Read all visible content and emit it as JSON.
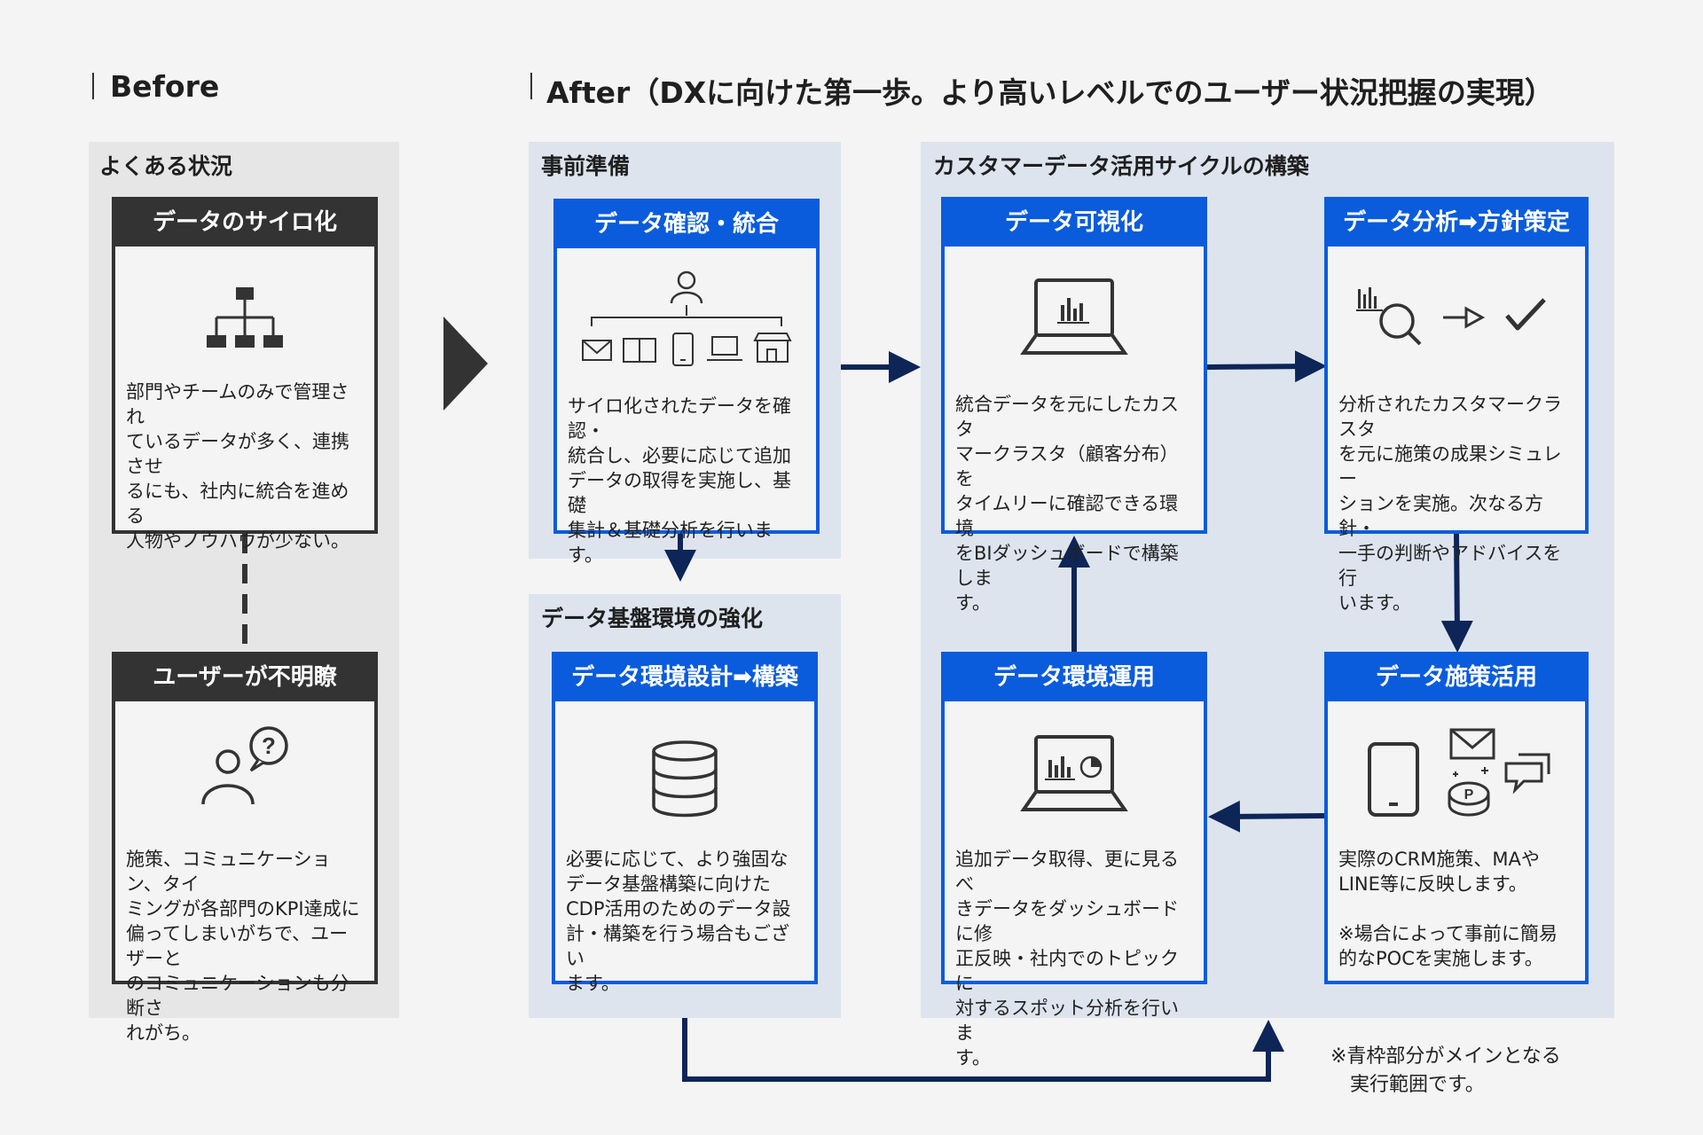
{
  "before": {
    "heading": "Before",
    "panel_title": "よくある状況",
    "card1": {
      "title": "データのサイロ化",
      "icon": "org-chart-icon",
      "text": "部門やチームのみで管理され\nているデータが多く、連携させ\nるにも、社内に統合を進める\n人物やノウハウが少ない。"
    },
    "card2": {
      "title": "ユーザーが不明瞭",
      "icon": "user-question-icon",
      "text": "施策、コミュニケーション、タイ\nミングが各部門のKPI達成に\n偏ってしまいがちで、ユーザーと\nのコミュニケーションも分断さ\nれがち。"
    }
  },
  "after": {
    "heading": "After（DXに向けた第一歩。より高いレベルでのユーザー状況把握の実現）",
    "prep": {
      "panel_title": "事前準備",
      "card": {
        "title": "データ確認・統合",
        "icon": "user-channels-icon",
        "text": "サイロ化されたデータを確認・\n統合し、必要に応じて追加\nデータの取得を実施し、基礎\n集計＆基礎分析を行いま\nす。"
      }
    },
    "infra": {
      "panel_title": "データ基盤環境の強化",
      "card": {
        "title": "データ環境設計➡構築",
        "icon": "database-icon",
        "text": "必要に応じて、より強固な\nデータ基盤構築に向けた\nCDP活用のためのデータ設\n計・構築を行う場合もござい\nます。"
      }
    },
    "cycle": {
      "panel_title": "カスタマーデータ活用サイクルの構築",
      "visualize": {
        "title": "データ可視化",
        "icon": "laptop-chart-icon",
        "text": "統合データを元にしたカスタ\nマークラスタ（顧客分布）を\nタイムリーに確認できる環境\nをBIダッシュボードで構築しま\nす。"
      },
      "analyze": {
        "title": "データ分析➡方針策定",
        "icon": "analysis-decision-icon",
        "text": "分析されたカスタマークラスタ\nを元に施策の成果シミュレー\nションを実施。次なる方針・\n一手の判断やアドバイスを行\nいます。"
      },
      "operate": {
        "title": "データ環境運用",
        "icon": "laptop-dashboard-icon",
        "text": "追加データ取得、更に見るべ\nきデータをダッシュボードに修\n正反映・社内でのトピックに\n対するスポット分析を行いま\nす。"
      },
      "activate": {
        "title": "データ施策活用",
        "icon": "channels-icon",
        "text": "実際のCRM施策、MAや\nLINE等に反映します。\n\n※場合によって事前に簡易\n的なPOCを実施します。"
      }
    },
    "note": "※青枠部分がメインとなる\n　実行範囲です。"
  },
  "colors": {
    "blue": "#0a5cdc",
    "navy": "#0d2557",
    "dark": "#333333",
    "panel_gray": "#e6e6e6",
    "panel_blue": "#dde4ee"
  }
}
